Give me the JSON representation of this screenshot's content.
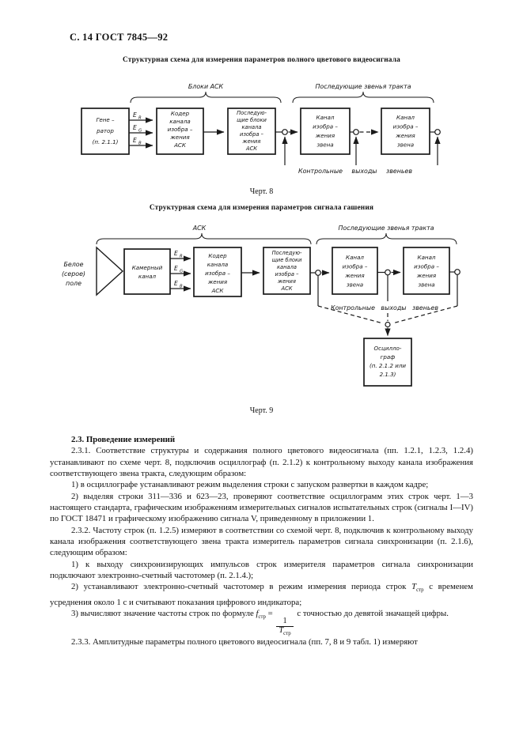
{
  "page": {
    "header": "С. 14 ГОСТ 7845—92"
  },
  "fig8": {
    "title": "Структурная схема для измерения параметров полного цветового видеосигнала",
    "caption": "Черт. 8",
    "brace_left": "Блоки АСК",
    "brace_right": "Последующие звенья тракта",
    "generator": [
      "Гене –",
      "ратор",
      "(п. 2.1.1)"
    ],
    "coder": [
      "Кодер",
      "канала",
      "изобра –",
      "жения",
      "АСК"
    ],
    "next_blocks": [
      "Последую-",
      "щие блоки",
      "канала",
      "изобра –",
      "жения",
      "АСК"
    ],
    "channel": [
      "Канал",
      "изобра –",
      "жения",
      "звена"
    ],
    "e_letter": "E",
    "e_subs": [
      "R",
      "G",
      "B"
    ],
    "control_outputs": "Контрольные выходы звеньев"
  },
  "fig9": {
    "title": "Структурная схема для измерения параметров сигнала гашения",
    "caption": "Черт. 9",
    "brace_left": "АСК",
    "brace_right": "Последующие звенья тракта",
    "white_field": [
      "Белое",
      "(серое)",
      "поле"
    ],
    "camera": [
      "Камерный",
      "канал"
    ],
    "coder": [
      "Кодер",
      "канала",
      "изобра –",
      "жения",
      "АСК"
    ],
    "next_blocks": [
      "Последую-",
      "щие блоки",
      "канала",
      "изобра –",
      "жения",
      "АСК"
    ],
    "channel": [
      "Канал",
      "изобра –",
      "жения",
      "звена"
    ],
    "e_letter": "E",
    "e_subs": [
      "R",
      "G",
      "B"
    ],
    "control_outputs": "Контрольные выходы звеньев",
    "oscilloscope": [
      "Осцилло-",
      "граф",
      "(п. 2.1.2 или",
      "2.1.3)"
    ]
  },
  "body": {
    "section_heading": "2.3. Проведение измерений",
    "p_231": "2.3.1. Соответствие структуры и содержания полного цветового видеосигнала (пп. 1.2.1, 1.2.3, 1.2.4) устанавливают по схеме черт. 8, подключив осциллограф (п. 2.1.2) к контрольному выходу канала изображения соответствующего звена тракта, следующим образом:",
    "p_231_1": "1) в осциллографе устанавливают режим выделения строки с запуском развертки в каждом кадре;",
    "p_231_2": "2) выделяя строки 311—336 и 623—23, проверяют соответствие осциллограмм этих строк черт. 1—3 настоящего стандарта, графическим изображениям измерительных сигналов испытательных строк (сигналы I—IV) по ГОСТ 18471 и графическому изображению сигнала V, приведенному в приложении 1.",
    "p_232": "2.3.2. Частоту строк (п. 1.2.5) измеряют в соответствии со схемой черт. 8, подключив к контрольному выходу канала изображения соответствующего звена тракта измеритель параметров сигнала синхронизации (п. 2.1.6), следующим образом:",
    "p_232_1": "1) к выходу синхронизирующих импульсов строк измерителя параметров сигнала синхронизации подключают электронно-счетный частотомер (п. 2.1.4.);",
    "p_232_2a": "2) устанавливают электронно-счетный частотомер в режим измерения периода строк ",
    "p_232_2b": " с временем усреднения около 1 с и считывают показания цифрового индикатора;",
    "p_232_3a": "3) вычисляют значение частоты строк по формуле ",
    "p_232_3b": " с точностью до девятой значащей цифры.",
    "t_symbol": "T",
    "f_symbol": "f",
    "sub_str": "стр",
    "equals": " = ",
    "frac_numerator": "1",
    "p_233": "2.3.3. Амплитудные параметры полного цветового видеосигнала (пп. 7, 8 и 9 табл. 1) измеряют"
  }
}
